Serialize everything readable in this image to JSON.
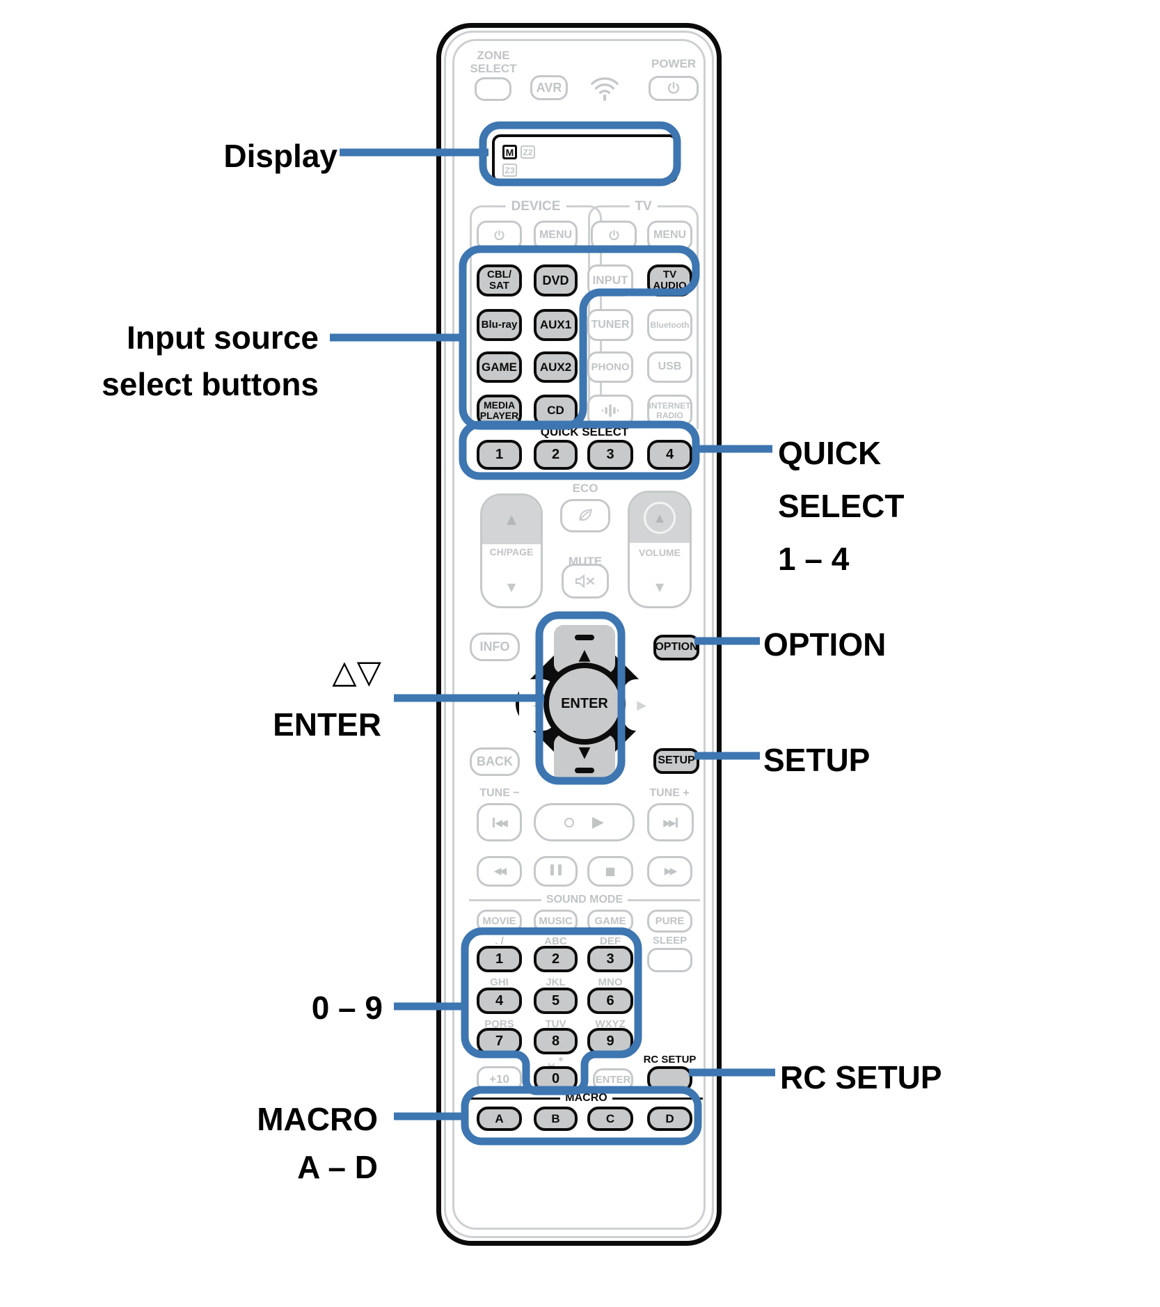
{
  "colors": {
    "highlight_blue": "#3D76B1",
    "inactive_gray": "#C5C8C9",
    "active_button_fill": "#C7C9CA",
    "active_outline": "#0B0B0B"
  },
  "callouts": {
    "display": "Display",
    "input_l1": "Input source",
    "input_l2": "select buttons",
    "cursor_glyphs": "△▽",
    "enter": "ENTER",
    "digits": "0 – 9",
    "macro_l1": "MACRO",
    "macro_l2": "A – D",
    "quick_l1": "QUICK",
    "quick_l2": "SELECT",
    "quick_l3": "1 – 4",
    "option": "OPTION",
    "setup": "SETUP",
    "rc_setup": "RC SETUP"
  },
  "remote": {
    "zone_select_l1": "ZONE",
    "zone_select_l2": "SELECT",
    "avr": "AVR",
    "power_label": "POWER",
    "display": {
      "m": "M",
      "z2": "Z2",
      "z3": "Z3"
    },
    "sections": {
      "device": "DEVICE",
      "tv": "TV"
    },
    "menu": "MENU",
    "inputs": {
      "cbl_l1": "CBL/",
      "cbl_l2": "SAT",
      "dvd": "DVD",
      "input": "INPUT",
      "tv_audio_l1": "TV",
      "tv_audio_l2": "AUDIO",
      "bluray": "Blu-ray",
      "aux1": "AUX1",
      "tuner": "TUNER",
      "bluetooth": "Bluetooth",
      "game": "GAME",
      "aux2": "AUX2",
      "phono": "PHONO",
      "usb": "USB",
      "media_l1": "MEDIA",
      "media_l2": "PLAYER",
      "cd": "CD",
      "internet_l1": "INTERNET",
      "internet_l2": "RADIO"
    },
    "quick_select_label": "QUICK SELECT",
    "quick": [
      "1",
      "2",
      "3",
      "4"
    ],
    "eco": "ECO",
    "ch_page": "CH/PAGE",
    "mute": "MUTE",
    "volume": "VOLUME",
    "info": "INFO",
    "back": "BACK",
    "option": "OPTION",
    "setup": "SETUP",
    "enter": "ENTER",
    "tune_minus": "TUNE −",
    "tune_plus": "TUNE +",
    "sound_mode_label": "SOUND MODE",
    "sound_modes": [
      "MOVIE",
      "MUSIC",
      "GAME",
      "PURE"
    ],
    "sleep": "SLEEP",
    "keypad_letters": [
      ". /",
      "ABC",
      "DEF",
      "GHI",
      "JKL",
      "MNO",
      "PQRS",
      "TUV",
      "WXYZ",
      "␣ *"
    ],
    "digits": [
      "1",
      "2",
      "3",
      "4",
      "5",
      "6",
      "7",
      "8",
      "9"
    ],
    "plus10": "+10",
    "zero": "0",
    "num_enter": "ENTER",
    "rc_setup_label": "RC SETUP",
    "macro_label": "MACRO",
    "macro": [
      "A",
      "B",
      "C",
      "D"
    ]
  },
  "glyphs": {
    "up": "▲",
    "down": "▼",
    "left": "◀",
    "right": "▶",
    "play": "▶",
    "stop": "■",
    "rew": "◀◀",
    "ff": "▶▶"
  },
  "icons": [
    "power-icon",
    "wifi-icon",
    "leaf-icon",
    "mute-icon",
    "equalizer-icon"
  ]
}
